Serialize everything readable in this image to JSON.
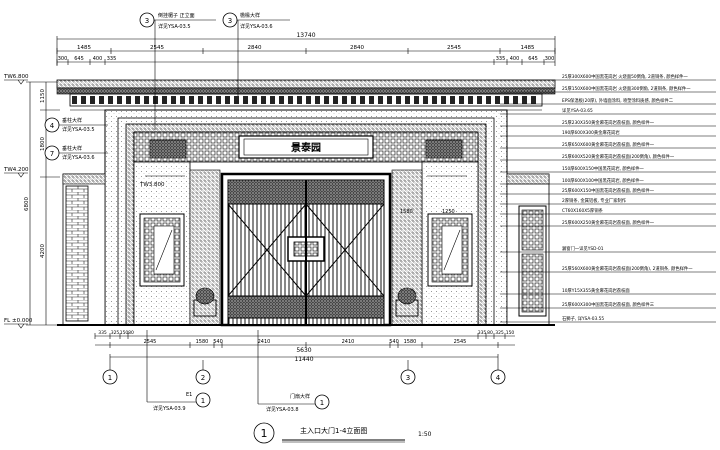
{
  "title": {
    "number": "1",
    "text": "主入口大门1-4立面图",
    "scale": "1:50"
  },
  "top_dims": {
    "overall": "13740",
    "row1": [
      "1485",
      "2545",
      "2840",
      "2840",
      "2545",
      "1485"
    ],
    "row2_left": [
      "300",
      "645",
      "400",
      "335"
    ],
    "row2_right": [
      "335",
      "400",
      "645",
      "300"
    ]
  },
  "bottom_dims": {
    "overall": "11440",
    "row2": [
      "2545",
      "1580",
      "540",
      "2410",
      "2410",
      "540",
      "1580",
      "2545"
    ],
    "mid": "5630",
    "small_left": [
      "335",
      "325",
      "150",
      "80"
    ],
    "small_right": [
      "335",
      "80",
      "325",
      "150"
    ]
  },
  "left_dims": [
    "1150",
    "1800",
    "6800",
    "4200"
  ],
  "levels": [
    {
      "label": "TW6.800"
    },
    {
      "label": "TW4.200"
    },
    {
      "label": "TW3.800"
    },
    {
      "label": "FL ±0.000"
    }
  ],
  "grid_axes": [
    "1",
    "2",
    "3",
    "4"
  ],
  "plaque_text": "景泰园",
  "dim_labels": [
    "1580",
    "1250"
  ],
  "top_callouts": [
    {
      "number": "3",
      "line1": "倒挂楣子 正立面",
      "line2": "详见YSA-03.5"
    },
    {
      "number": "3",
      "line1": "檐椽大样",
      "line2": "详见YSA-03.6"
    }
  ],
  "left_callouts": [
    {
      "number": "4",
      "line1": "垂柱大样",
      "line2": "详见YSA-03.5"
    },
    {
      "number": "7",
      "line1": "垂柱大样",
      "line2": "详见YSA-03.6"
    }
  ],
  "bottom_callouts": [
    {
      "number": "1",
      "line1": "E1",
      "line2": "详见YSA-03.9"
    },
    {
      "number": "1",
      "line1": "门扇大样",
      "line2": "详见YSA-03.8"
    }
  ],
  "right_notes": [
    "25厚300X600中国黑花岗岩 火烧面50倒角, 2道铜条, 颜色样件一",
    "25厚150X600中国黑花岗岩 火烧面300倒角, 2道铜条, 颜色样件一",
    "EPS保温板(20厚), 外墙面涂料, 喷塑涂料质感, 颜色样件二",
    "详见YSA-03.65",
    "25厚230X350黄金麻花岗岩荔枝面, 颜色样件一",
    "190厚600X300黄金麻花岗岩",
    "25厚650X600黄金麻花岗岩荔枝面, 颜色样件一",
    "25厚600X520黄金麻花岗岩荔枝面(200倒角), 颜色样件一",
    "150厚600X150中国黑花岗岩, 颜色样件一",
    "100厚600X100中国黑花岗岩, 颜色样件一",
    "25厚600X150中国黑花岗岩荔枝面, 颜色样件一",
    "2厚铜条, 金属铝板, 专业厂家制作",
    "CT60X160X5厚铜条",
    "25厚600X250黄金麻花岗岩荔枝面, 颜色样件一",
    "漏窗门一详见YSD-01",
    "25厚560X600黄金麻花岗岩荔枝面(200倒角), 2道铜条, 颜色样件一",
    "10厚Y15X355黄金麻花岗岩荔枝面",
    "25厚600X300中国黑花岗岩荔枝面, 颜色样件三",
    "石狮子, 详YSA-03.55"
  ]
}
